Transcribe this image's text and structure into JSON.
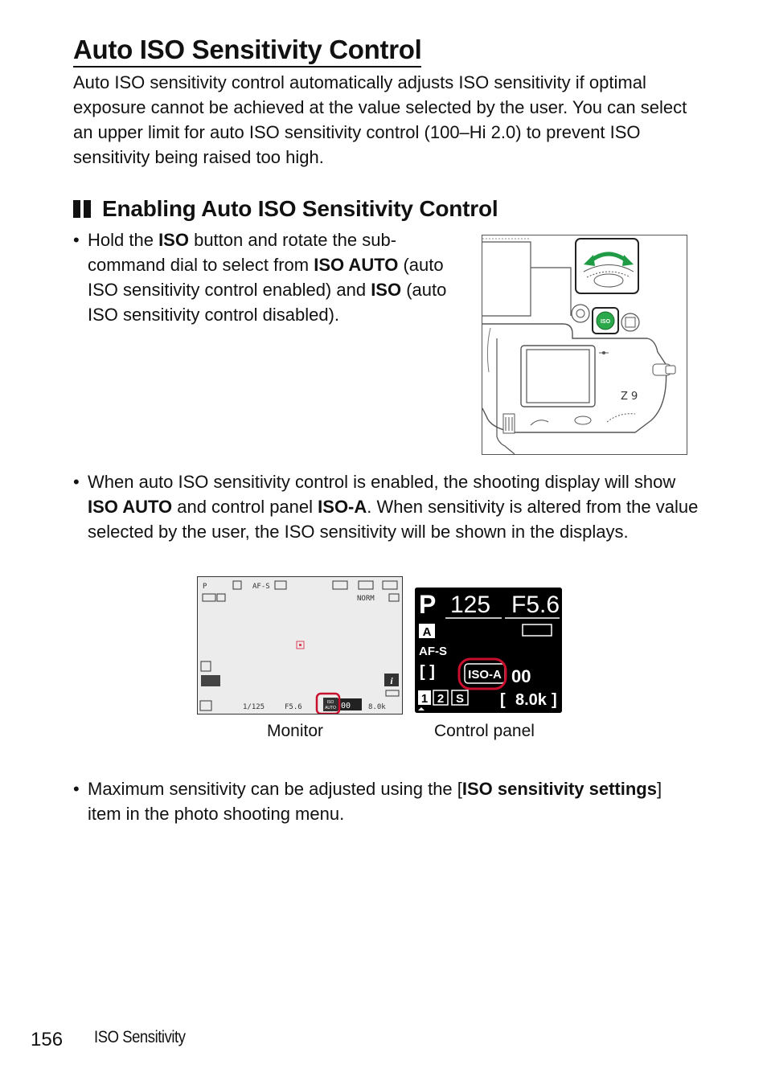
{
  "title": "Auto ISO Sensitivity Control",
  "intro": "Auto ISO sensitivity control automatically adjusts ISO sensitivity if optimal exposure cannot be achieved at the value selected by the user. You can select an upper limit for auto ISO sensitivity control (100–Hi 2.0) to prevent ISO sensitivity being raised too high.",
  "section_heading": "Enabling Auto ISO Sensitivity Control",
  "bullet_glyph": "•",
  "bullet1": {
    "t1": "Hold the ",
    "b1": "ISO",
    "t2": " button and rotate the sub-command dial to select from ",
    "b2": "ISO AUTO",
    "t3": " (auto ISO sensitivity control enabled) and ",
    "b3": "ISO",
    "t4": " (auto ISO sensitivity control disabled)."
  },
  "bullet2": {
    "t1": "When auto ISO sensitivity control is enabled, the shooting display will show ",
    "b1": "ISO AUTO",
    "t2": " and control panel ",
    "b2": "ISO-A",
    "t3": ". When sensitivity is altered from the value selected by the user, the ISO sensitivity will be shown in the displays."
  },
  "bullet3": {
    "t1": "Maximum sensitivity can be adjusted using the [",
    "b1": "ISO sensitivity settings",
    "t2": "] item in the photo shooting menu."
  },
  "camera_figure": {
    "iso_button_label": "ISO",
    "model_mark": "Z 9"
  },
  "monitor_display": {
    "mode": "P",
    "focus_mode": "AF-S",
    "shutter": "1/125",
    "aperture": "F5.6",
    "iso_badge_top": "ISO",
    "iso_badge_bottom": "AUTO",
    "iso_value": "00",
    "remaining": "8.0k",
    "quality": "NORM",
    "info_icon": "i"
  },
  "control_panel": {
    "mode": "P",
    "shutter": "125",
    "aperture": "F5.6",
    "area": "A",
    "focus_mode": "AF-S",
    "iso_label": "ISO-A",
    "iso_value": "00",
    "slots": [
      "1",
      "2",
      "S"
    ],
    "remaining": "8.0k"
  },
  "captions": {
    "monitor": "Monitor",
    "control_panel": "Control panel"
  },
  "footer": {
    "page_number": "156",
    "running_head": "ISO Sensitivity"
  },
  "colors": {
    "highlight_red": "#c8102e",
    "iso_button_green": "#2aa84a",
    "dial_arrow_green": "#1f9a45"
  }
}
